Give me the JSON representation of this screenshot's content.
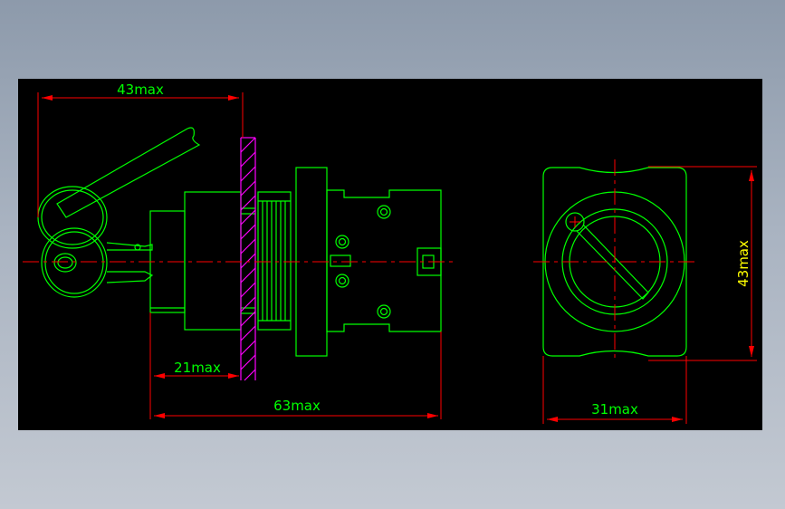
{
  "viewport": {
    "background": "#000000"
  },
  "colors": {
    "outline": "#00ff00",
    "dimension": "#ff0000",
    "centerline": "#ff0000",
    "dimension_text_side": "#00ff00",
    "dimension_text_front": "#ffff00",
    "panel_hatch": "#ff00ff"
  },
  "views": {
    "side_view": {
      "name": "key-selector-switch-side-view"
    },
    "front_view": {
      "name": "key-selector-switch-front-view"
    }
  },
  "dimensions": {
    "key_length": "43max",
    "bezel_length": "21max",
    "overall_length": "63max",
    "front_width": "31max",
    "front_height": "43max"
  }
}
